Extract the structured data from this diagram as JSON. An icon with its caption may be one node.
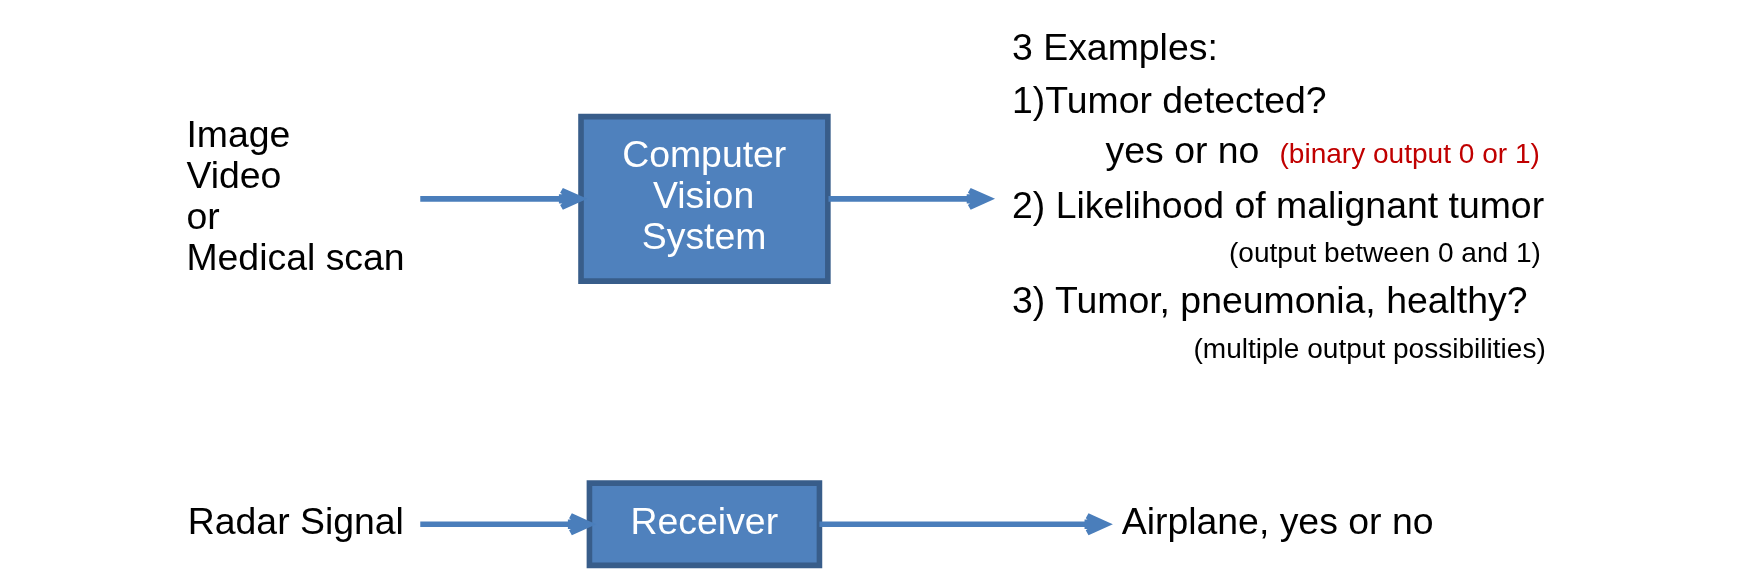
{
  "diagram": {
    "nodes": [
      {
        "text": [
          "Radar Signal"
        ]
      },
      {
        "text": [
          "Receiver"
        ]
      },
      {
        "text": [
          "Airplane, yes or no"
        ]
      },
      {
        "text": [
          "Image Video or Medical scan"
        ]
      },
      {
        "text": [
          "Computer Vision System"
        ]
      },
      {
        "text": [
          "3 Examples:",
          "1)Tumor detected?",
          "yes or no",
          "(binary output 0 or 1)",
          "2) Likelihood of malignant tumor",
          "(output between 0 and 1)",
          "3) Tumor, pneumonia, healthy?",
          "(multiple output possibilities)"
        ]
      }
    ],
    "edges": [
      {
        "from": 0,
        "to": 1,
        "arrow": "to"
      },
      {
        "from": 1,
        "to": 2,
        "arrow": "to"
      },
      {
        "from": 3,
        "to": 4,
        "arrow": "to"
      },
      {
        "from": 4,
        "to": 5,
        "arrow": "to"
      }
    ]
  }
}
